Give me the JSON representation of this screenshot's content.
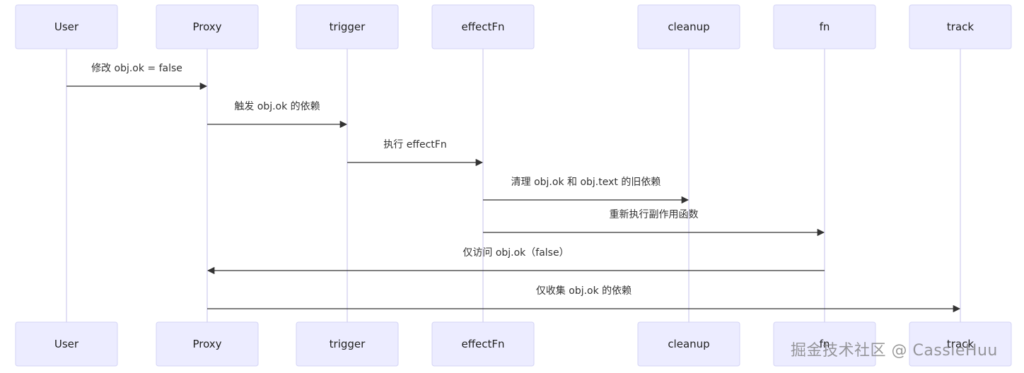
{
  "participants": [
    {
      "id": "user",
      "label": "User"
    },
    {
      "id": "proxy",
      "label": "Proxy"
    },
    {
      "id": "trigger",
      "label": "trigger"
    },
    {
      "id": "effectFn",
      "label": "effectFn"
    },
    {
      "id": "cleanup",
      "label": "cleanup"
    },
    {
      "id": "fn",
      "label": "fn"
    },
    {
      "id": "track",
      "label": "track"
    }
  ],
  "messages": [
    {
      "from": "user",
      "to": "proxy",
      "text": "修改 obj.ok = false"
    },
    {
      "from": "proxy",
      "to": "trigger",
      "text": "触发 obj.ok 的依赖"
    },
    {
      "from": "trigger",
      "to": "effectFn",
      "text": "执行 effectFn"
    },
    {
      "from": "effectFn",
      "to": "cleanup",
      "text": "清理 obj.ok 和 obj.text 的旧依赖"
    },
    {
      "from": "effectFn",
      "to": "fn",
      "text": "重新执行副作用函数"
    },
    {
      "from": "fn",
      "to": "proxy",
      "text": "仅访问 obj.ok（false）"
    },
    {
      "from": "proxy",
      "to": "track",
      "text": "仅收集 obj.ok 的依赖"
    }
  ],
  "watermark": "掘金技术社区 @ CassieHuu",
  "colors": {
    "actor_fill": "#ececff",
    "actor_border": "#d3d3f5",
    "lifeline": "#d9d5f2",
    "arrow": "#333333"
  }
}
